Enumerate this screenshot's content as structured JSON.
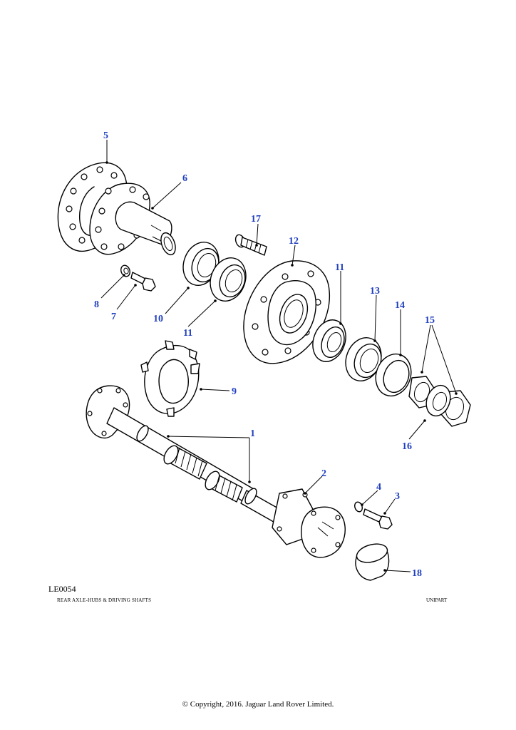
{
  "callouts": {
    "c1": "1",
    "c2": "2",
    "c3": "3",
    "c4": "4",
    "c5": "5",
    "c6": "6",
    "c7": "7",
    "c8": "8",
    "c9": "9",
    "c10": "10",
    "c11a": "11",
    "c11b": "11",
    "c12": "12",
    "c13": "13",
    "c14": "14",
    "c15": "15",
    "c16": "16",
    "c17": "17",
    "c18": "18"
  },
  "illustration_ref": "LE0054",
  "footer": {
    "left": "REAR AXLE-HUBS & DRIVING SHAFTS",
    "right": "UNIPART"
  },
  "copyright": "© Copyright, 2016. Jaguar Land Rover Limited.",
  "colors": {
    "callout": "#1f3fbf",
    "line": "#000000",
    "background": "#ffffff"
  }
}
